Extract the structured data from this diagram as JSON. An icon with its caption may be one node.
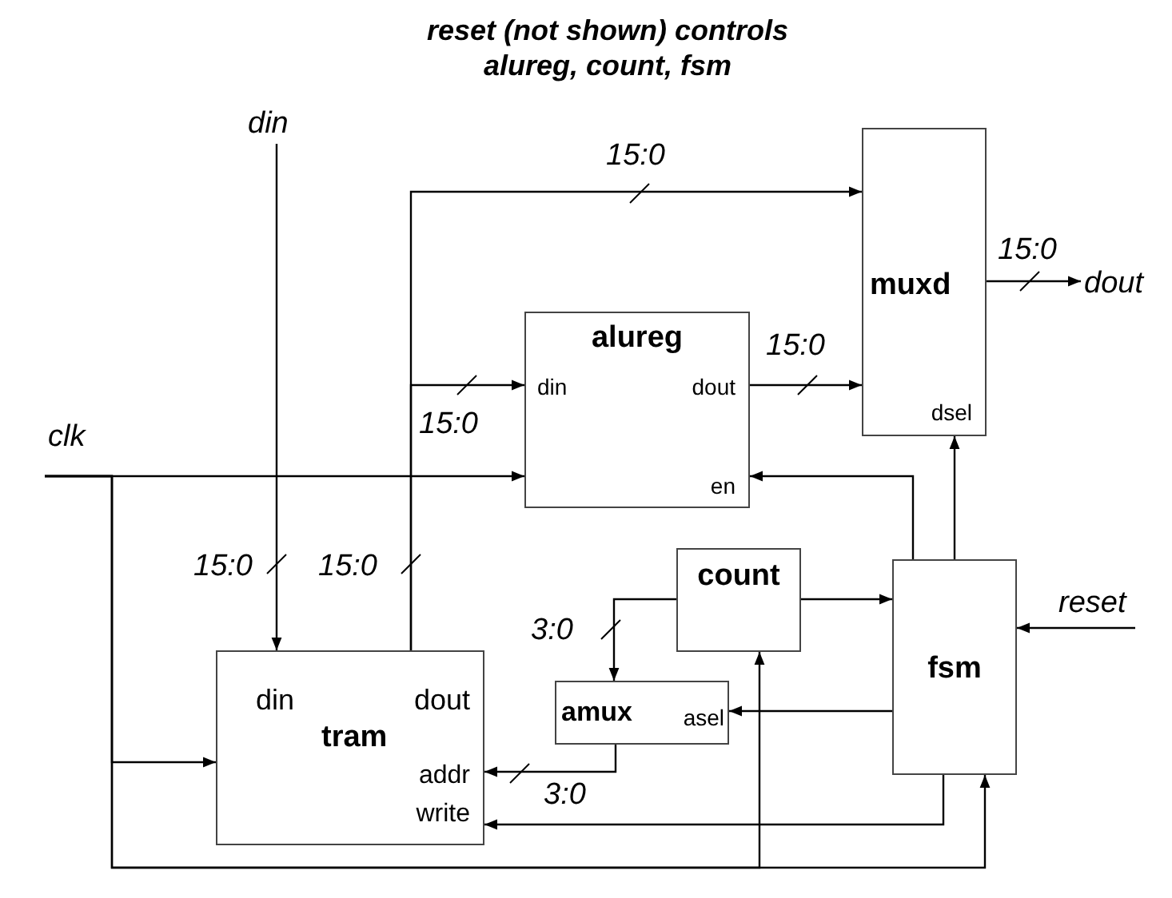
{
  "diagram": {
    "title": "reset (not shown) controls alureg, count, fsm",
    "nodes": [
      {
        "text": [
          "din"
        ]
      },
      {
        "text": [
          "muxd",
          "dsel"
        ]
      },
      {
        "text": [
          "dout"
        ]
      },
      {
        "text": [
          "alureg",
          "din",
          "dout",
          "en"
        ]
      },
      {
        "text": [
          "clk"
        ]
      },
      {
        "text": [
          "count"
        ]
      },
      {
        "text": [
          "reset"
        ]
      },
      {
        "text": [
          "fsm"
        ]
      },
      {
        "text": [
          "amux",
          "asel"
        ]
      },
      {
        "text": [
          "din",
          "dout",
          "tram",
          "addr",
          "write"
        ]
      }
    ],
    "edges": [
      {
        "from": 0,
        "to": 9,
        "arrow": "to",
        "label": "15:0"
      },
      {
        "from": 9,
        "to": 1,
        "arrow": "to",
        "label": "15:0"
      },
      {
        "from": 9,
        "to": 3,
        "arrow": "to",
        "label": "15:0"
      },
      {
        "from": 3,
        "to": 1,
        "arrow": "to",
        "label": "15:0"
      },
      {
        "from": 1,
        "to": 2,
        "arrow": "to",
        "label": "15:0"
      },
      {
        "from": 4,
        "to": 3,
        "arrow": "to"
      },
      {
        "from": 4,
        "to": 9,
        "arrow": "to"
      },
      {
        "from": 4,
        "to": 5,
        "arrow": "to"
      },
      {
        "from": 4,
        "to": 7,
        "arrow": "to"
      },
      {
        "from": 7,
        "to": 3,
        "arrow": "to"
      },
      {
        "from": 7,
        "to": 1,
        "arrow": "to"
      },
      {
        "from": 5,
        "to": 7,
        "arrow": "to"
      },
      {
        "from": 5,
        "to": 8,
        "arrow": "to",
        "label": "3:0"
      },
      {
        "from": 7,
        "to": 8,
        "arrow": "to"
      },
      {
        "from": 8,
        "to": 9,
        "arrow": "to",
        "label": "3:0"
      },
      {
        "from": 7,
        "to": 9,
        "arrow": "to"
      },
      {
        "from": 6,
        "to": 7,
        "arrow": "to"
      }
    ],
    "labels": [
      "15:0"
    ]
  }
}
